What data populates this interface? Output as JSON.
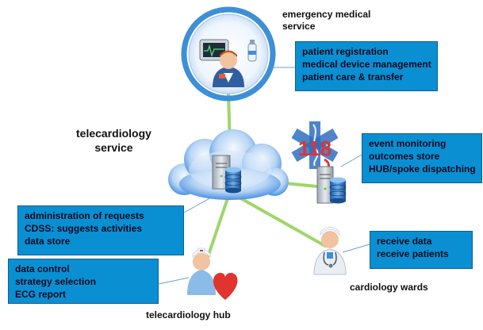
{
  "labels": {
    "ems": [
      "emergency medical",
      "service"
    ],
    "telecardiology_service": [
      "telecardiology",
      "service"
    ],
    "hub": "telecardiology hub",
    "wards": "cardiology wards"
  },
  "boxes": {
    "ems": [
      "patient registration",
      "medical device management",
      "patient care & transfer"
    ],
    "event": [
      "event monitoring",
      "outcomes store",
      "HUB/spoke dispatching"
    ],
    "admin": [
      "administration of requests",
      "CDSS: suggests activities",
      "data store"
    ],
    "hub": [
      "data control",
      "strategy selection",
      "ECG report"
    ],
    "wards": [
      "receive data",
      "receive patients"
    ]
  },
  "icons": {
    "emergency_sign_text": "118"
  },
  "colors": {
    "box_fill": "#0a8fd3",
    "link_green": "#9fd66a",
    "ring_blue": "#3d8fd8",
    "cloud_blue": "#4a90e2",
    "heart_red": "#e0342f",
    "star_of_life": "#2f6fbf"
  }
}
